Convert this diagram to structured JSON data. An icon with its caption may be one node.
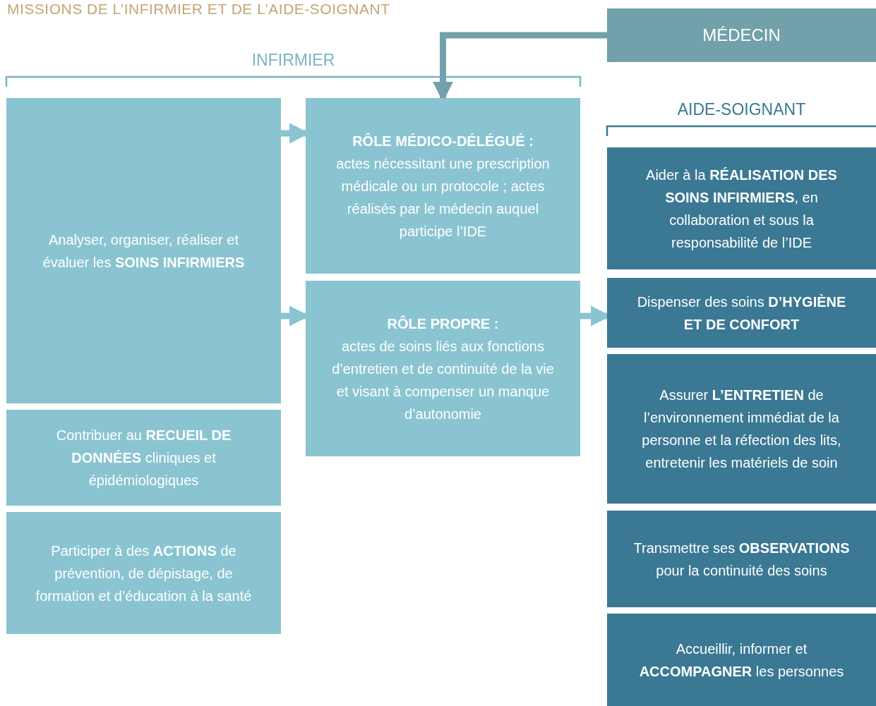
{
  "diagram": {
    "title": "MISSIONS DE L’INFIRMIER ET DE L’AIDE-SOIGNANT",
    "nodes": [
      {
        "text": [
          "MÉDECIN"
        ]
      },
      {
        "text": [
          "Analyser, organiser, réaliser et évaluer les **SOINS INFIRMIERS**"
        ]
      },
      {
        "text": [
          "Contribuer au **RECUEIL DE DONNÉES** cliniques et épidémiologiques"
        ]
      },
      {
        "text": [
          "Participer à des **ACTIONS** de prévention, de dépistage, de formation et d’éducation à la santé"
        ]
      },
      {
        "text": [
          "RÔLE MÉDICO-DÉLÉGUÉ :",
          "actes nécessitant une prescription médicale ou un protocole ; actes réalisés par le médecin auquel participe l’IDE"
        ]
      },
      {
        "text": [
          "RÔLE PROPRE :",
          "actes de soins liés aux fonctions d’entretien et de continuité de la vie et visant à compenser un manque d’autonomie"
        ]
      },
      {
        "text": [
          "Aider à la **RÉALISATION DES SOINS INFIRMIERS**, en collaboration et sous la responsabilité de l’IDE"
        ]
      },
      {
        "text": [
          "Dispenser des soins **D’HYGIÈNE ET DE CONFORT**"
        ]
      },
      {
        "text": [
          "Assurer **L’ENTRETIEN** de l’environnement immédiat de la personne et la réfection des lits, entretenir les matériels de soin"
        ]
      },
      {
        "text": [
          "Transmettre ses **OBSERVATIONS** pour la continuité des soins"
        ]
      },
      {
        "text": [
          "Accueillir, informer et **ACCOMPAGNER** les personnes"
        ]
      }
    ],
    "edges": [
      {
        "from": 0,
        "to": 4,
        "arrow": "to",
        "color": "#72a1ab"
      },
      {
        "from": 1,
        "to": 4,
        "arrow": "to"
      },
      {
        "from": 1,
        "to": 5,
        "arrow": "to"
      },
      {
        "from": 5,
        "to": 7,
        "arrow": "to"
      }
    ],
    "labels": [
      "INFIRMIER",
      "AIDE-SOIGNANT"
    ]
  }
}
